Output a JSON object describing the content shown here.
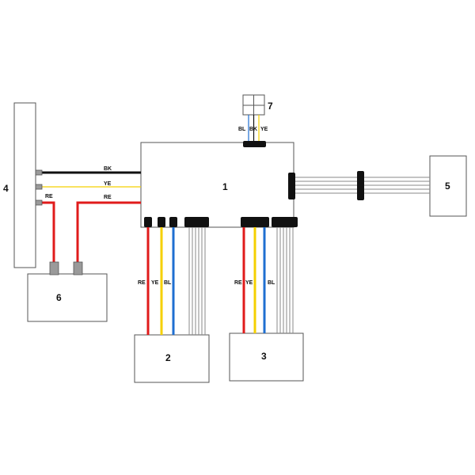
{
  "components": {
    "c1": "1",
    "c2": "2",
    "c3": "3",
    "c4": "4",
    "c5": "5",
    "c6": "6",
    "c7": "7"
  },
  "wire_labels": {
    "c4_black": "BK",
    "c4_yellow": "YE",
    "c4_red_top": "RE",
    "c4_red_bottom": "RE",
    "c7_blue": "BL",
    "c7_black": "BK",
    "c7_yellow": "YE",
    "c2_red": "RE",
    "c2_yellow": "YE",
    "c2_blue": "BL",
    "c3_red": "RE",
    "c3_yellow": "YE",
    "c3_blue": "BL"
  },
  "colors": {
    "black_wire": "#111111",
    "yellow_wire": "#f5d000",
    "red_wire": "#e01b1b",
    "blue_wire": "#1f6fd1",
    "grey_wire": "#8a8a8a"
  }
}
